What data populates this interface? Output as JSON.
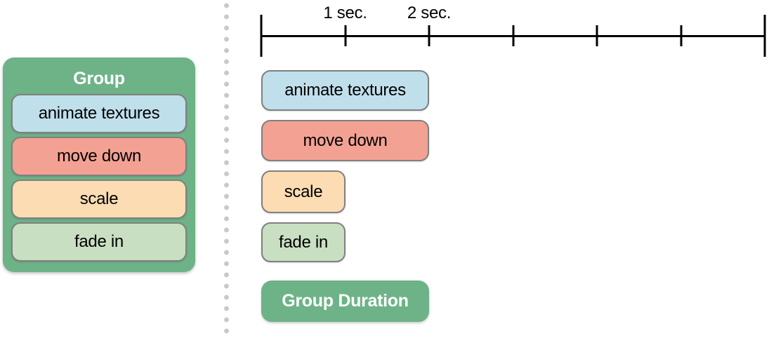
{
  "figure": {
    "background": "#ffffff",
    "border_color": "#808080",
    "divider_dot_color": "#c9c9c9",
    "axis_color": "#000000"
  },
  "group_panel": {
    "title": "Group",
    "fill": "#6db387",
    "title_color": "#ffffff",
    "actions": [
      {
        "label": "animate textures",
        "fill": "#bfdfeb"
      },
      {
        "label": "move down",
        "fill": "#f3a193"
      },
      {
        "label": "scale",
        "fill": "#fcdcb3"
      },
      {
        "label": "fade in",
        "fill": "#c9dfc2"
      }
    ]
  },
  "timeline": {
    "total_seconds": 6,
    "ticks": [
      {
        "sec": 0,
        "label": ""
      },
      {
        "sec": 1,
        "label": "1 sec."
      },
      {
        "sec": 2,
        "label": "2 sec."
      },
      {
        "sec": 3,
        "label": ""
      },
      {
        "sec": 4,
        "label": ""
      },
      {
        "sec": 5,
        "label": ""
      },
      {
        "sec": 6,
        "label": ""
      }
    ]
  },
  "schedule": {
    "bars": [
      {
        "label": "animate textures",
        "duration_sec": 2,
        "fill": "#bfdfeb",
        "text": "#000000",
        "emphasis": false
      },
      {
        "label": "move down",
        "duration_sec": 2,
        "fill": "#f3a193",
        "text": "#000000",
        "emphasis": false
      },
      {
        "label": "scale",
        "duration_sec": 1,
        "fill": "#fcdcb3",
        "text": "#000000",
        "emphasis": false
      },
      {
        "label": "fade in",
        "duration_sec": 1,
        "fill": "#c9dfc2",
        "text": "#000000",
        "emphasis": false
      },
      {
        "label": "Group Duration",
        "duration_sec": 2,
        "fill": "#6db387",
        "text": "#ffffff",
        "emphasis": true
      }
    ]
  }
}
